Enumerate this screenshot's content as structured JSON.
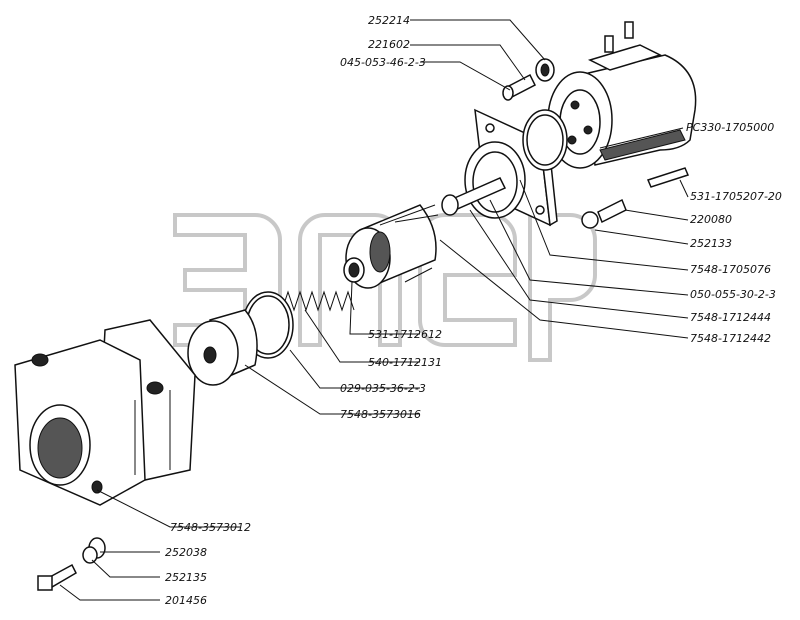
{
  "labels": {
    "l252214": "252214",
    "l221602": "221602",
    "l045": "045-053-46-2-3",
    "lPC330": "PC330-1705000",
    "l531_207": "531-1705207-20",
    "l220080": "220080",
    "l252133": "252133",
    "l7548_076": "7548-1705076",
    "l050": "050-055-30-2-3",
    "l7548_444": "7548-1712444",
    "l7548_442": "7548-1712442",
    "l531_612": "531-1712612",
    "l540": "540-1712131",
    "l029": "029-035-36-2-3",
    "l7548_016": "7548-3573016",
    "l7548_012": "7548-3573012",
    "l252038": "252038",
    "l252135": "252135",
    "l201456": "201456"
  },
  "watermark": "элер"
}
